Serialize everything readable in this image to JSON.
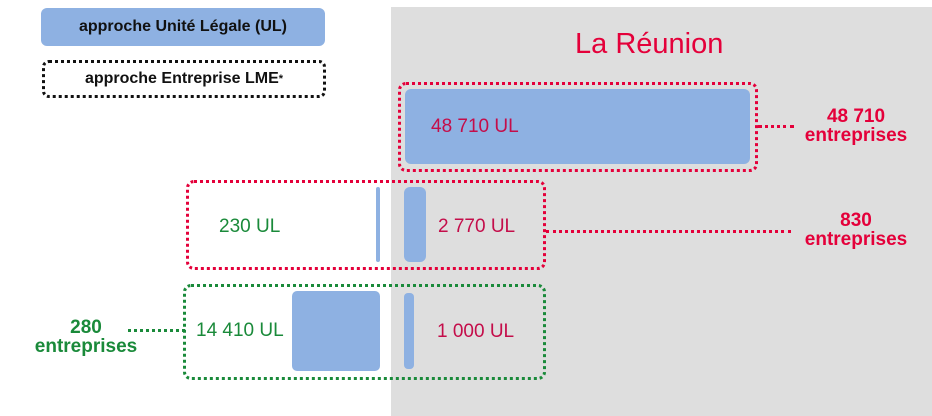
{
  "legend": {
    "ul_label": "approche Unité Légale (UL)",
    "lme_label": "approche Entreprise LME",
    "lme_mark": "*"
  },
  "region": {
    "title": "La Réunion"
  },
  "rows": [
    {
      "ul_inner": "48 710 UL",
      "enterprises_count": "48 710",
      "enterprises_label": "entreprises"
    },
    {
      "ul_left": "230 UL",
      "ul_right": "2 770 UL",
      "enterprises_count": "830",
      "enterprises_label": "entreprises"
    },
    {
      "ul_left": "14 410 UL",
      "ul_right": "1 000 UL",
      "enterprises_count": "280",
      "enterprises_label": "entreprises"
    }
  ],
  "colors": {
    "ul_bar": "#8eb1e2",
    "region_bg": "#dedede",
    "accent_red": "#e4003a",
    "accent_green": "#1a8a3a"
  }
}
